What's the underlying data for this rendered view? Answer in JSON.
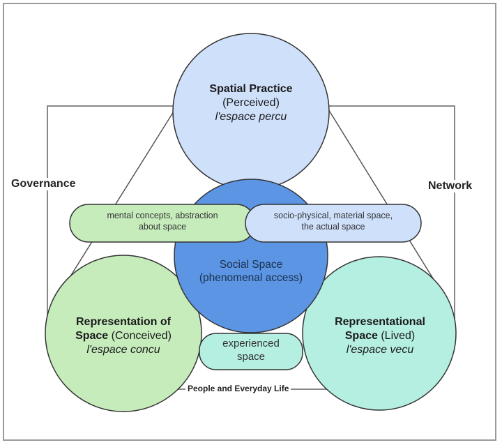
{
  "diagram": {
    "spatial_practice": {
      "title": "Spatial Practice",
      "subtitle": "(Perceived)",
      "french": "l'espace percu"
    },
    "social_space": {
      "line1": "Social Space",
      "line2": "(phenomenal access)"
    },
    "representation_of_space": {
      "title_line1": "Representation of",
      "title_line2": "Space",
      "subtitle": "(Conceived)",
      "french": "l'espace concu"
    },
    "representational_space": {
      "title_line1": "Representational",
      "title_line2": "Space",
      "subtitle": "(Lived)",
      "french": "l'espace vecu"
    },
    "pill_left": {
      "line1": "mental concepts, abstraction",
      "line2": "about space"
    },
    "pill_right": {
      "line1": "socio-physical, material space,",
      "line2": "the actual space"
    },
    "pill_bottom": {
      "line1": "experienced",
      "line2": "space"
    },
    "side_labels": {
      "left": "Governance",
      "right": "Network",
      "bottom": "People and Everyday Life"
    },
    "colors": {
      "spatial_practice_fill": "#cfe0fb",
      "social_space_fill": "#5b95e3",
      "representation_fill": "#c6ecbc",
      "representational_fill": "#b5efe2",
      "pill_left_fill": "#c6ecbc",
      "pill_right_fill": "#cfe0fb",
      "pill_bottom_fill": "#b5efe2",
      "stroke": "#333333",
      "connector": "#888888"
    }
  }
}
